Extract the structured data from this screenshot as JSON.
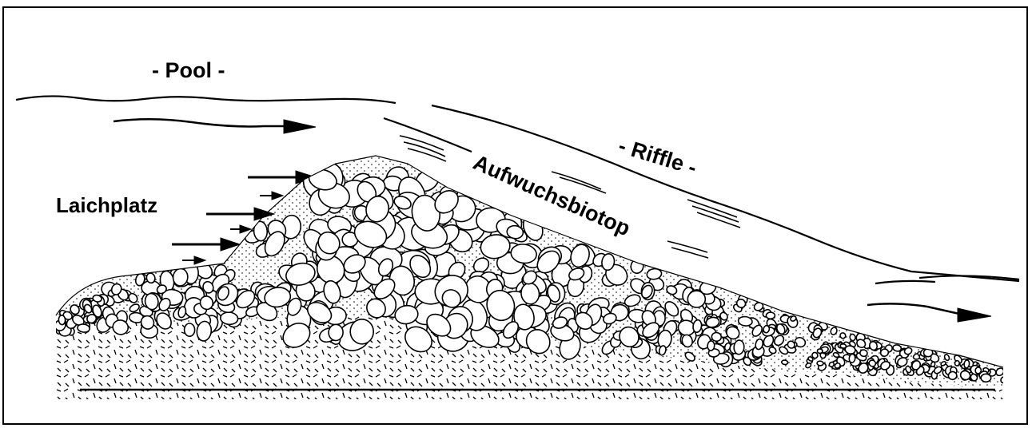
{
  "labels": {
    "pool": "- Pool -",
    "riffle": "- Riffle -",
    "aufwuchs": "Aufwuchsbiotop",
    "laich": "Laichplatz"
  },
  "colors": {
    "ink": "#000000",
    "paper": "#ffffff"
  },
  "icons": [
    "flow-arrow-icon",
    "inflow-arrow-icon"
  ]
}
